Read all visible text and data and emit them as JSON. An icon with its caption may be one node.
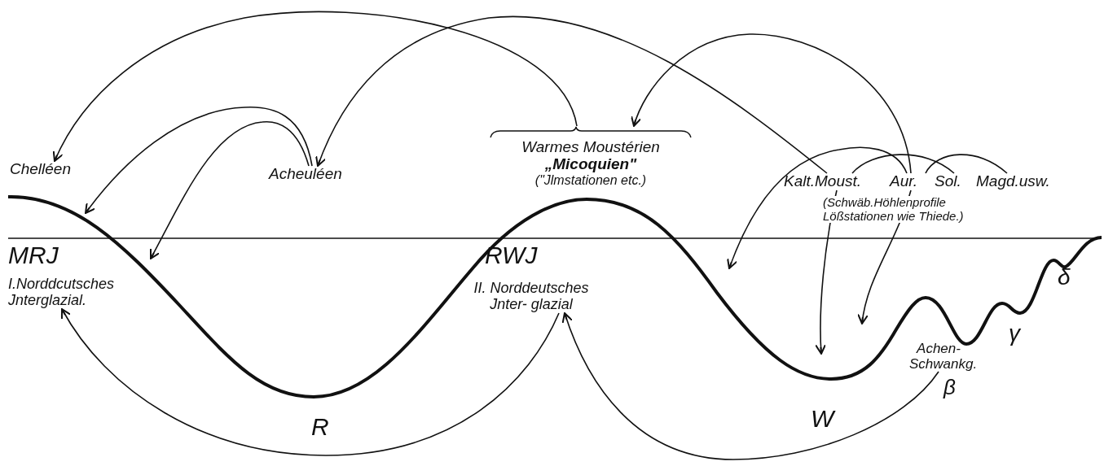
{
  "diagram": {
    "nodes": [
      {
        "text": [
          "Chelléen"
        ]
      },
      {
        "text": [
          "Acheuléen"
        ]
      },
      {
        "text": [
          "Warmes Moustérien",
          "„Micoquien\"",
          "(\"Jlmstationen etc.)"
        ]
      },
      {
        "text": [
          "Kalt.Moust."
        ]
      },
      {
        "text": [
          "Aur."
        ]
      },
      {
        "text": [
          "Sol."
        ]
      },
      {
        "text": [
          "Magd.usw."
        ]
      },
      {
        "text": [
          "I.Norddcutsches Jnterglazial."
        ]
      },
      {
        "text": [
          "II. Norddeutsches Jnter- glazial"
        ]
      },
      {
        "text": [
          "Achen- Schwankg."
        ]
      }
    ],
    "edges": [
      {
        "from": 2,
        "to": 0,
        "arrow": "to"
      },
      {
        "from": 3,
        "to": 1,
        "arrow": "to"
      },
      {
        "from": 4,
        "to": 2,
        "arrow": "to"
      },
      {
        "from": 1,
        "to": null,
        "arrow": "to"
      },
      {
        "from": 1,
        "to": null,
        "arrow": "to"
      },
      {
        "from": 4,
        "to": null,
        "arrow": "to"
      },
      {
        "from": 3,
        "to": null,
        "arrow": "to"
      },
      {
        "from": 4,
        "to": null,
        "arrow": "to"
      },
      {
        "from": 3,
        "to": 5,
        "arrow": "none"
      },
      {
        "from": 4,
        "to": 6,
        "arrow": "none"
      },
      {
        "from": 8,
        "to": 7,
        "arrow": "to"
      },
      {
        "from": 9,
        "to": 8,
        "arrow": "to"
      }
    ],
    "labels": [
      "(Schwäb.Höhlenprofile Lößstationen wie Thiede.)",
      "MRJ",
      "RWJ",
      "δ",
      "γ",
      "β",
      "R",
      "W"
    ]
  }
}
